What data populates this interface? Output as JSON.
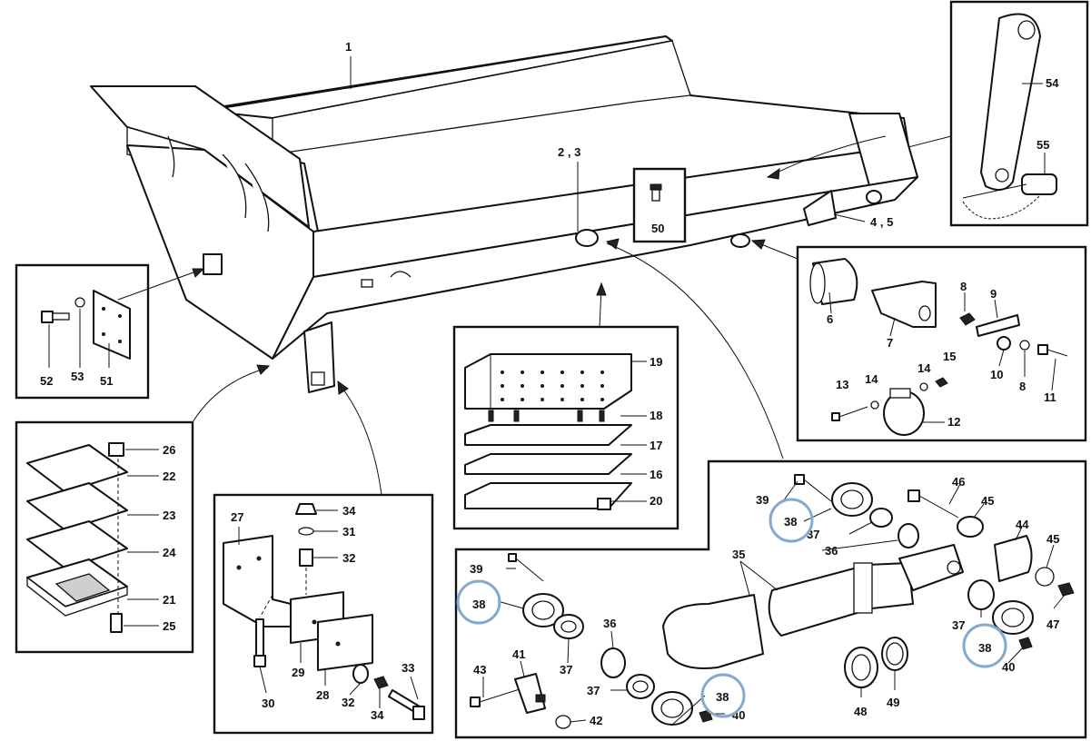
{
  "labels": {
    "l1": "1",
    "l23": "2 , 3",
    "l45": "4 , 5",
    "l50": "50",
    "l52": "52",
    "l53": "53",
    "l51": "51",
    "l54": "54",
    "l55": "55",
    "l6": "6",
    "l7": "7",
    "l8a": "8",
    "l8b": "8",
    "l9": "9",
    "l10": "10",
    "l11": "11",
    "l12": "12",
    "l13": "13",
    "l14a": "14",
    "l14b": "14",
    "l15": "15",
    "l16": "16",
    "l17": "17",
    "l18": "18",
    "l19": "19",
    "l20": "20",
    "l21": "21",
    "l22": "22",
    "l23b": "23",
    "l24": "24",
    "l25": "25",
    "l26": "26",
    "l27": "27",
    "l28": "28",
    "l29": "29",
    "l30": "30",
    "l31": "31",
    "l32a": "32",
    "l32b": "32",
    "l33": "33",
    "l34a": "34",
    "l34b": "34",
    "l35": "35",
    "l36a": "36",
    "l36b": "36",
    "l37a": "37",
    "l37b": "37",
    "l37c": "37",
    "l37d": "37",
    "l38a": "38",
    "l38b": "38",
    "l38c": "38",
    "l38d": "38",
    "l39a": "39",
    "l39b": "39",
    "l40a": "40",
    "l40b": "40",
    "l41": "41",
    "l42": "42",
    "l43": "43",
    "l44": "44",
    "l45a": "45",
    "l45b": "45",
    "l46": "46",
    "l47": "47",
    "l48": "48",
    "l49": "49"
  },
  "colors": {
    "highlight": "#86a9d0",
    "ink": "#111111"
  }
}
